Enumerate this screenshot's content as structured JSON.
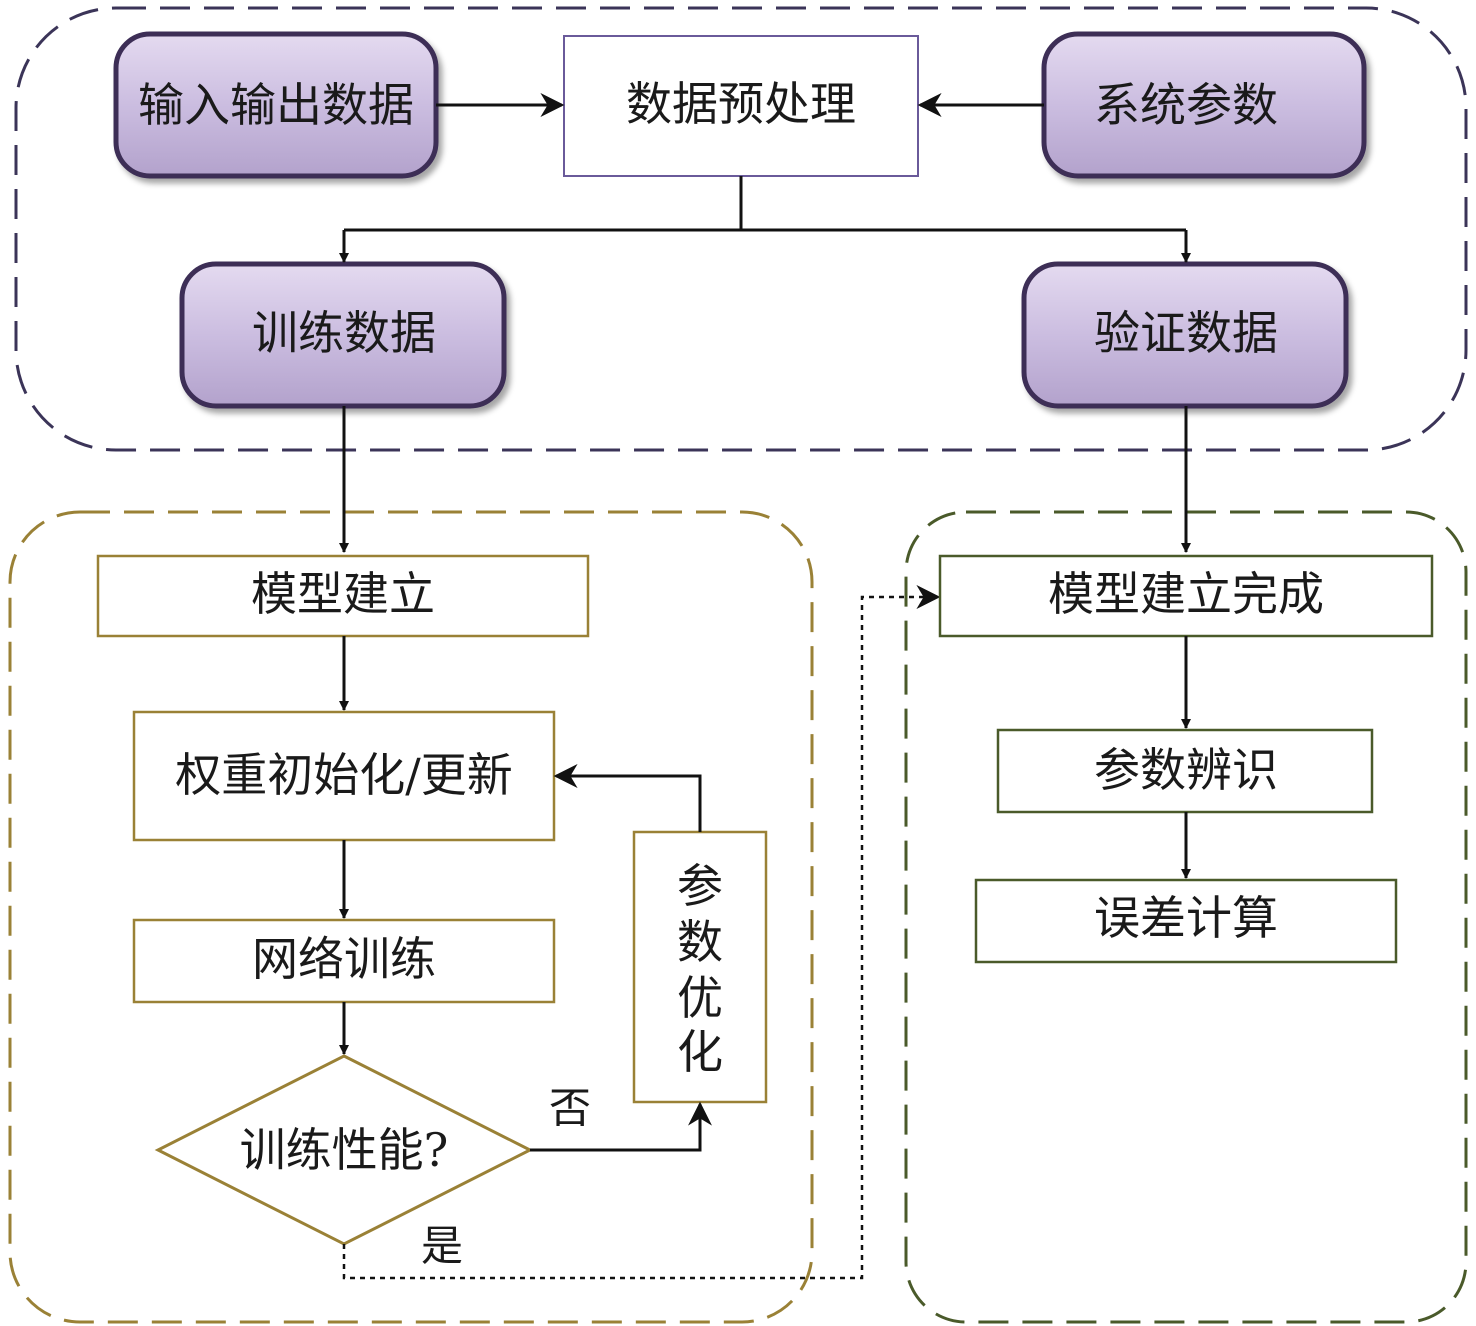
{
  "colors": {
    "top_group_border": "#3b3458",
    "train_group_border": "#9a8136",
    "verify_group_border": "#4a5a2a",
    "purple_fill": "#cbbde0",
    "purple_border": "#3d2f57",
    "gold_box_border": "#9a8136",
    "green_box_border": "#4a5a2a",
    "preprocess_border": "#6a5a9a",
    "arrow": "#111111"
  },
  "top": {
    "input_output_data": "输入输出数据",
    "preprocess": "数据预处理",
    "system_params": "系统参数",
    "train_data": "训练数据",
    "verify_data": "验证数据"
  },
  "train": {
    "model_build": "模型建立",
    "weight_init": "权重初始化/更新",
    "network_train": "网络训练",
    "performance_check": "训练性能?",
    "param_opt_chars": [
      "参",
      "数",
      "优",
      "化"
    ],
    "no_label": "否",
    "yes_label": "是"
  },
  "verify": {
    "model_done": "模型建立完成",
    "param_identify": "参数辨识",
    "error_calc": "误差计算"
  }
}
